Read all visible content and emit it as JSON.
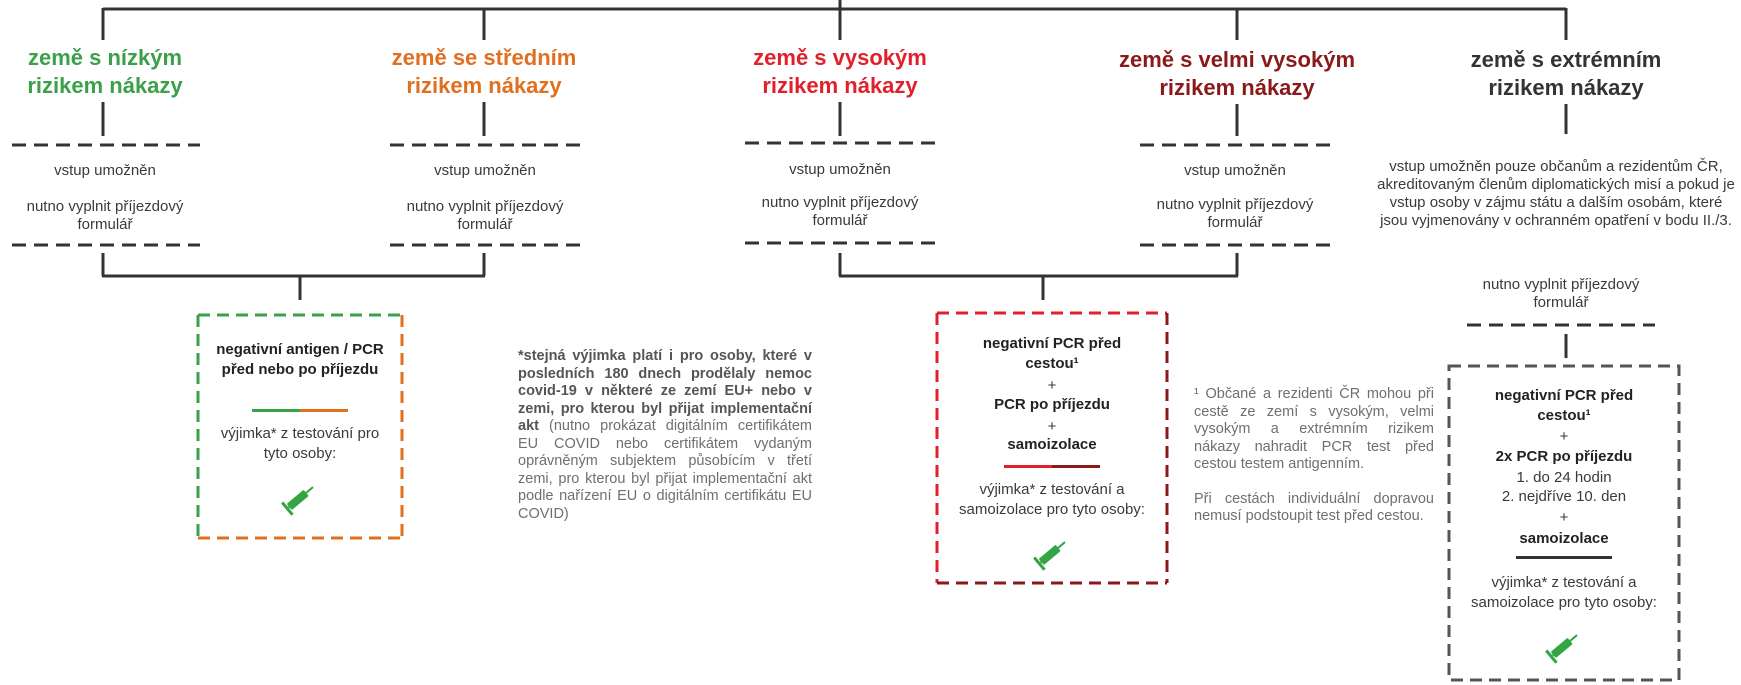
{
  "colors": {
    "low": "#3aa04a",
    "medium": "#e07020",
    "high": "#e0202a",
    "very_high": "#8a1a1a",
    "extreme": "#333333",
    "syringe": "#33a544"
  },
  "categories": [
    {
      "title": "země s nízkým rizikem nákazy",
      "entry": "vstup umožněn",
      "form": "nutno vyplnit příjezdový formulář"
    },
    {
      "title": "země se středním rizikem nákazy",
      "entry": "vstup umožněn",
      "form": "nutno vyplnit příjezdový formulář"
    },
    {
      "title": "země s vysokým rizikem nákazy",
      "entry": "vstup umožněn",
      "form": "nutno vyplnit příjezdový formulář"
    },
    {
      "title": "země s velmi vysokým rizikem nákazy",
      "entry": "vstup umožněn",
      "form": "nutno vyplnit příjezdový formulář"
    },
    {
      "title": "země s extrémním rizikem nákazy",
      "entry": "vstup umožněn pouze občanům a rezidentům ČR, akreditovaným členům diplomatických misí a pokud je vstup osoby v zájmu státu a dalším osobám, které jsou vyjmenovány v ochranném opatření v bodu II./3.",
      "form": "nutno vyplnit příjezdový formulář"
    }
  ],
  "box_low_medium": {
    "test": "negativní antigen / PCR před nebo po příjezdu",
    "exception": "výjimka* z testování pro tyto osoby:",
    "syringe_icon": "syringe-icon"
  },
  "box_high": {
    "pcr_before": "negativní PCR před cestou¹",
    "plus": "+",
    "pcr_after": "PCR po příjezdu",
    "isolation": "samoizolace",
    "exception": "výjimka* z testování a samoizolace pro tyto osoby:",
    "syringe_icon": "syringe-icon"
  },
  "box_extreme": {
    "pcr_before": "negativní PCR před cestou¹",
    "plus": "+",
    "pcr_after": "2x PCR po příjezdu",
    "step1": "1. do 24 hodin",
    "step2": "2. nejdříve 10. den",
    "isolation": "samoizolace",
    "exception": "výjimka* z testování a samoizolace pro tyto osoby:",
    "syringe_icon": "syringe-icon"
  },
  "note_star": {
    "bold": "*stejná výjimka platí i pro osoby, které v posledních 180 dnech prodělaly nemoc covid-19 v některé ze zemí EU+ nebo v zemi, pro kterou byl přijat implementační akt",
    "normal": "(nutno prokázat digitálním certifikátem EU COVID nebo certifikátem vydaným oprávněným subjektem působícím v třetí zemi, pro kterou byl přijat implementační akt podle nařízení EU o digitálním certifikátu EU COVID)"
  },
  "note_one": {
    "p1": "¹ Občané a rezidenti ČR mohou při cestě ze zemí s vysokým, velmi vysokým a extrémním rizikem nákazy nahradit PCR test před cestou testem antigenním.",
    "p2": "Při cestách individuální dopravou nemusí podstoupit test před cestou."
  }
}
